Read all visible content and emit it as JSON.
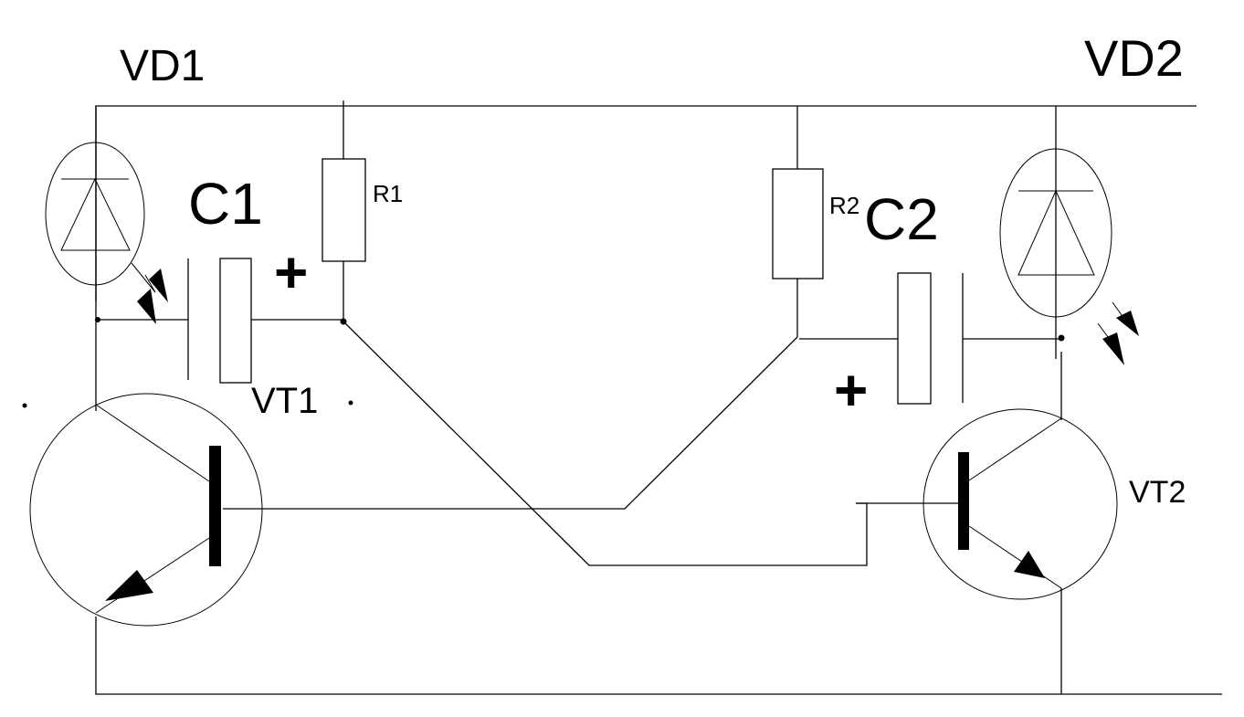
{
  "diagram": {
    "type": "circuit-schematic",
    "description": "Astable multivibrator with two transistors and two LEDs",
    "colors": {
      "line": "#000000",
      "background": "#ffffff"
    },
    "labels": {
      "vd1": "VD1",
      "vd2": "VD2",
      "c1": "C1",
      "c2": "C2",
      "r1": "R1",
      "r2": "R2",
      "vt1": "VT1",
      "vt2": "VT2",
      "c1_polarity": "+",
      "c2_polarity": "+"
    },
    "components": [
      {
        "id": "VD1",
        "kind": "LED"
      },
      {
        "id": "VD2",
        "kind": "LED"
      },
      {
        "id": "R1",
        "kind": "resistor"
      },
      {
        "id": "R2",
        "kind": "resistor"
      },
      {
        "id": "C1",
        "kind": "polarized-capacitor"
      },
      {
        "id": "C2",
        "kind": "polarized-capacitor"
      },
      {
        "id": "VT1",
        "kind": "npn-transistor"
      },
      {
        "id": "VT2",
        "kind": "npn-transistor"
      }
    ]
  }
}
